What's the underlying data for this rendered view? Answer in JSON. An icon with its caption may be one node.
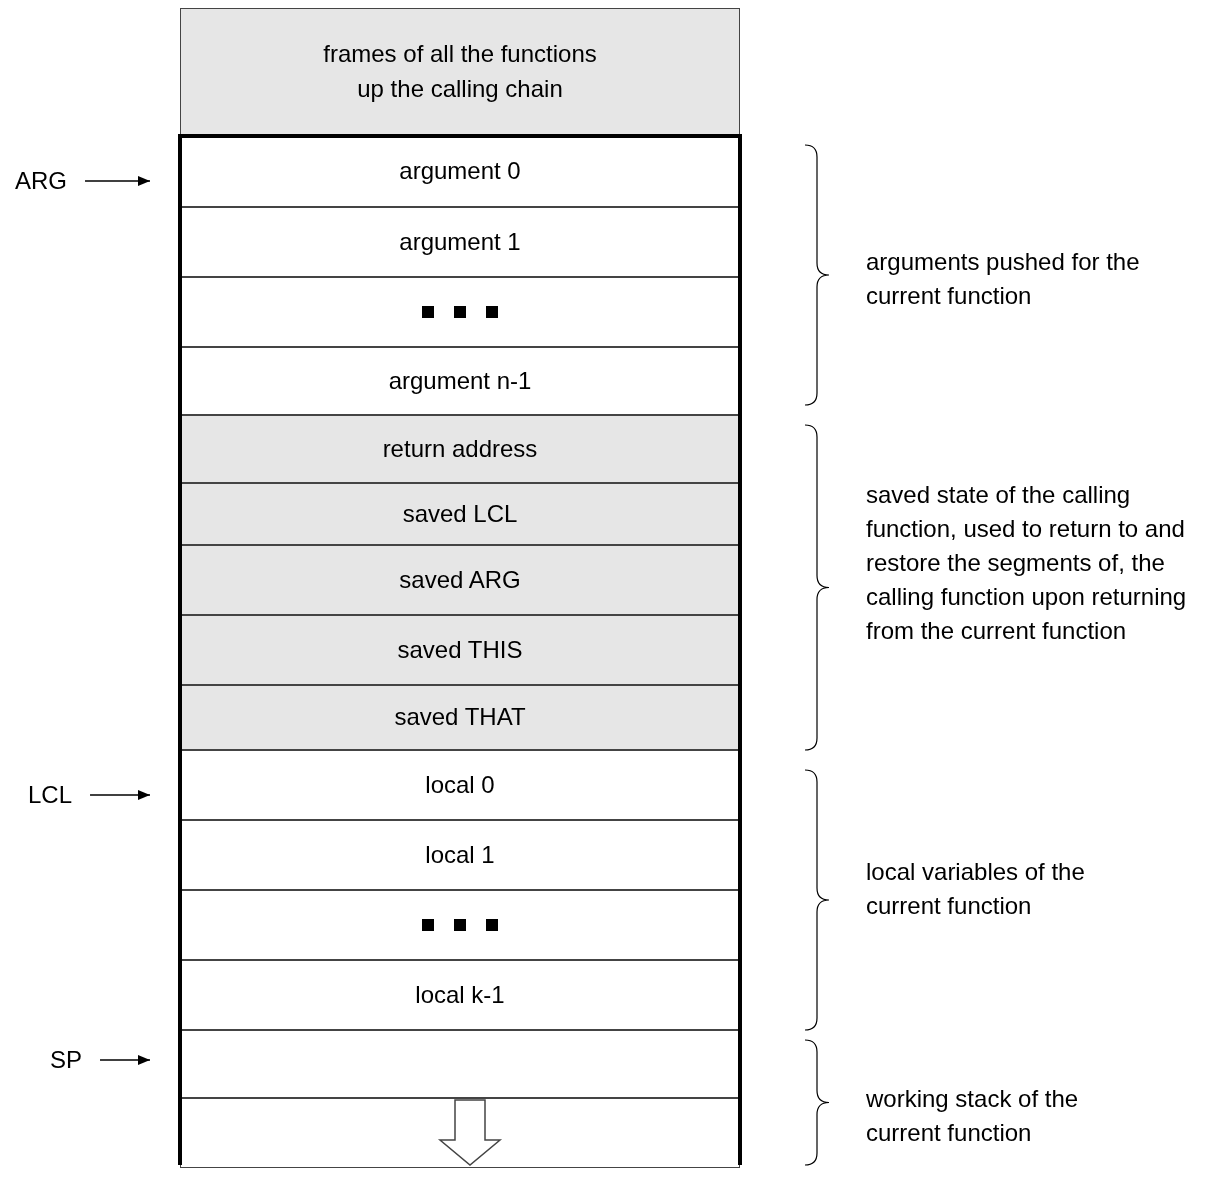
{
  "diagram": {
    "nodes": [
      {
        "text": [
          "frames of all the functions up the calling chain"
        ]
      },
      {
        "text": [
          "argument 0"
        ]
      },
      {
        "text": [
          "argument 1"
        ]
      },
      {
        "text": [],
        "shape": "box"
      },
      {
        "text": [
          "argument n-1"
        ]
      },
      {
        "text": [
          "return address"
        ]
      },
      {
        "text": [
          "saved LCL"
        ]
      },
      {
        "text": [
          "saved ARG"
        ]
      },
      {
        "text": [
          "saved THIS"
        ]
      },
      {
        "text": [
          "saved THAT"
        ]
      },
      {
        "text": [
          "local 0"
        ]
      },
      {
        "text": [
          "local 1"
        ]
      },
      {
        "text": [],
        "shape": "box"
      },
      {
        "text": [
          "local k-1"
        ]
      },
      {
        "text": [],
        "shape": "box"
      },
      {
        "text": [],
        "shape": "box"
      },
      {
        "text": [
          "ARG"
        ]
      },
      {
        "text": [
          "LCL"
        ]
      },
      {
        "text": [
          "SP"
        ]
      }
    ],
    "edges": [
      {
        "from": 16,
        "to": 1,
        "arrow": "to"
      },
      {
        "from": 17,
        "to": 10,
        "arrow": "to"
      },
      {
        "from": 18,
        "to": 14,
        "arrow": "to"
      }
    ],
    "labels": [
      "arguments pushed for the current function",
      "saved state of the calling function, used to return to and restore the segments of, the calling function upon returning from the current function",
      "local variables of the current function",
      "working stack of the current function"
    ]
  }
}
